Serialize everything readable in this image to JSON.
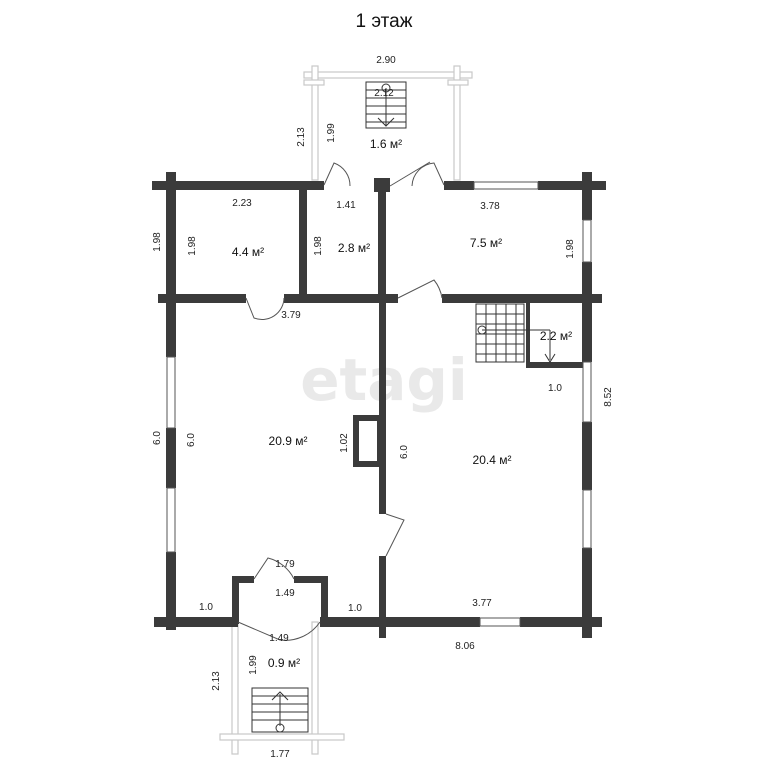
{
  "title": "1 этаж",
  "watermark": "etagi",
  "colors": {
    "wall": "#3b3b3b",
    "watermark": "#e9e9e9",
    "background": "#ffffff"
  },
  "rooms": [
    {
      "id": "porch-top",
      "area": "1.6 м²"
    },
    {
      "id": "room-top-left",
      "area": "4.4 м²"
    },
    {
      "id": "room-top-mid",
      "area": "2.8 м²"
    },
    {
      "id": "room-top-right",
      "area": "7.5 м²"
    },
    {
      "id": "stair-room",
      "area": "2.2 м²"
    },
    {
      "id": "room-left",
      "area": "20.9 м²"
    },
    {
      "id": "room-right",
      "area": "20.4 м²"
    },
    {
      "id": "porch-bottom",
      "area": "0.9 м²"
    }
  ],
  "dimensions": {
    "porch_top_width": "2.90",
    "porch_top_stair": "2.12",
    "porch_top_outer_h": "2.13",
    "porch_top_inner_h": "1.99",
    "top_left_width": "2.23",
    "top_mid_width": "1.41",
    "top_right_width": "3.78",
    "outer_left_top_h": "1.98",
    "top_left_h": "1.98",
    "top_mid_h": "1.98",
    "top_right_h": "1.98",
    "mid_wall_len": "3.79",
    "stair_width": "1.0",
    "right_outer_h": "8.52",
    "outer_left_h": "6.0",
    "left_room_h": "6.0",
    "niche_h": "1.02",
    "right_room_h": "6.0",
    "vestibule_top": "1.79",
    "vestibule_inner": "1.49",
    "bottom_left": "1.0",
    "bottom_mid": "1.0",
    "bottom_right": "3.77",
    "vestibule_door": "1.49",
    "total_width": "8.06",
    "porch_bottom_outer_h": "2.13",
    "porch_bottom_inner_h": "1.99",
    "porch_bottom_width": "1.77"
  }
}
